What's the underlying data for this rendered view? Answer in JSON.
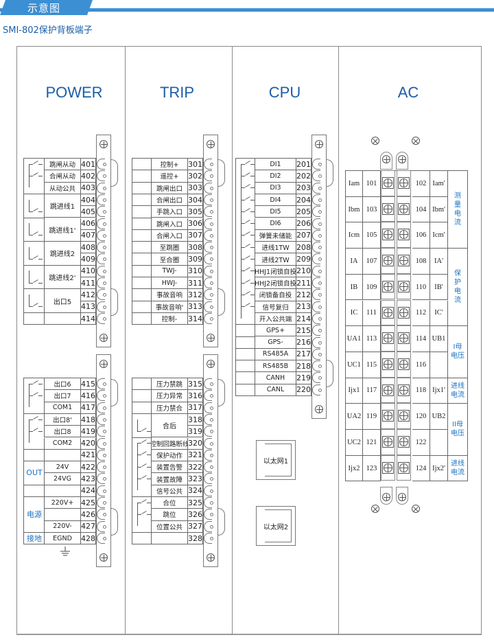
{
  "header": {
    "tab_title": "示意图",
    "subtitle": "SMI-802保护背板端子"
  },
  "colors": {
    "accent": "#3c8fd3",
    "title_blue": "#1a5ea8",
    "label_blue": "#1a72c2"
  },
  "columns": [
    {
      "title": "POWER"
    },
    {
      "title": "TRIP"
    },
    {
      "title": "CPU"
    },
    {
      "title": "AC"
    }
  ],
  "power_upper": {
    "rows": [
      {
        "label": "跳闸从动",
        "num": "401"
      },
      {
        "label": "合闸从动",
        "num": "402"
      },
      {
        "label": "从动公共",
        "num": "403"
      },
      {
        "label": "",
        "num": "404"
      },
      {
        "label": "",
        "num": "405"
      },
      {
        "label": "",
        "num": "406"
      },
      {
        "label": "",
        "num": "407"
      },
      {
        "label": "",
        "num": "408"
      },
      {
        "label": "",
        "num": "409"
      },
      {
        "label": "",
        "num": "410"
      },
      {
        "label": "",
        "num": "411"
      },
      {
        "label": "",
        "num": "412"
      },
      {
        "label": "",
        "num": "413"
      },
      {
        "label": "",
        "num": "414"
      }
    ],
    "groups": [
      {
        "label": "跳进线1",
        "start": 3,
        "span": 2
      },
      {
        "label": "跳进线1'",
        "start": 5,
        "span": 2
      },
      {
        "label": "跳进线2",
        "start": 7,
        "span": 2
      },
      {
        "label": "跳进线2'",
        "start": 9,
        "span": 2
      },
      {
        "label": "出口5",
        "start": 11,
        "span": 2
      }
    ]
  },
  "power_lower": {
    "rows": [
      {
        "label": "出口6",
        "num": "415"
      },
      {
        "label": "出口7",
        "num": "416"
      },
      {
        "label": "COM1",
        "num": "417"
      },
      {
        "label": "出口8'",
        "num": "418"
      },
      {
        "label": "出口8",
        "num": "419"
      },
      {
        "label": "COM2",
        "num": "420"
      },
      {
        "label": "",
        "num": "421"
      },
      {
        "label": "24V",
        "num": "422"
      },
      {
        "label": "24VG",
        "num": "423"
      },
      {
        "label": "",
        "num": "424"
      },
      {
        "label": "220V+",
        "num": "425"
      },
      {
        "label": "",
        "num": "426"
      },
      {
        "label": "220V-",
        "num": "427"
      },
      {
        "label": "EGND",
        "num": "428"
      }
    ],
    "side_labels": [
      {
        "label": "OUT",
        "start": 7,
        "span": 2
      },
      {
        "label": "电源",
        "start": 10,
        "span": 3
      },
      {
        "label": "接地",
        "start": 13,
        "span": 1
      }
    ]
  },
  "trip_upper": {
    "rows": [
      {
        "label": "控制+",
        "num": "301"
      },
      {
        "label": "遥控+",
        "num": "302"
      },
      {
        "label": "跳闸出口",
        "num": "303"
      },
      {
        "label": "合闸出口",
        "num": "304"
      },
      {
        "label": "手跳入口",
        "num": "305"
      },
      {
        "label": "跳闸入口",
        "num": "306"
      },
      {
        "label": "合闸入口",
        "num": "307"
      },
      {
        "label": "至跳圈",
        "num": "308"
      },
      {
        "label": "至合圈",
        "num": "309"
      },
      {
        "label": "TWJ-",
        "num": "310"
      },
      {
        "label": "HWJ-",
        "num": "311"
      },
      {
        "label": "事故音响",
        "num": "312"
      },
      {
        "label": "事故音响'",
        "num": "313"
      },
      {
        "label": "控制-",
        "num": "314"
      }
    ]
  },
  "trip_lower": {
    "rows": [
      {
        "label": "压力禁跳",
        "num": "315"
      },
      {
        "label": "压力异常",
        "num": "316"
      },
      {
        "label": "压力禁合",
        "num": "317"
      },
      {
        "label": "",
        "num": "318"
      },
      {
        "label": "",
        "num": "319"
      },
      {
        "label": "控制回路断线",
        "num": "320"
      },
      {
        "label": "保护动作",
        "num": "321"
      },
      {
        "label": "装置告警",
        "num": "322"
      },
      {
        "label": "装置故障",
        "num": "323"
      },
      {
        "label": "信号公共",
        "num": "324"
      },
      {
        "label": "合位",
        "num": "325"
      },
      {
        "label": "跳位",
        "num": "326"
      },
      {
        "label": "位置公共",
        "num": "327"
      },
      {
        "label": "",
        "num": "328"
      }
    ],
    "groups": [
      {
        "label": "合后",
        "start": 3,
        "span": 2
      }
    ]
  },
  "cpu": {
    "rows": [
      {
        "label": "DI1",
        "num": "201"
      },
      {
        "label": "DI2",
        "num": "202"
      },
      {
        "label": "DI3",
        "num": "203"
      },
      {
        "label": "DI4",
        "num": "204"
      },
      {
        "label": "DI5",
        "num": "205"
      },
      {
        "label": "DI6",
        "num": "206"
      },
      {
        "label": "弹簧未储能",
        "num": "207"
      },
      {
        "label": "进线1TW",
        "num": "208"
      },
      {
        "label": "进线2TW",
        "num": "209"
      },
      {
        "label": "HHJ1闭锁自投",
        "num": "210"
      },
      {
        "label": "HHJ2闭锁自投",
        "num": "211"
      },
      {
        "label": "闭锁备自投",
        "num": "212"
      },
      {
        "label": "信号复归",
        "num": "213"
      },
      {
        "label": "开入公共端",
        "num": "214"
      },
      {
        "label": "GPS+",
        "num": "215"
      },
      {
        "label": "GPS-",
        "num": "216"
      },
      {
        "label": "RS485A",
        "num": "217"
      },
      {
        "label": "RS485B",
        "num": "218"
      },
      {
        "label": "CANH",
        "num": "219"
      },
      {
        "label": "CANL",
        "num": "220"
      }
    ],
    "ethernet": [
      "以太网1",
      "以太网2"
    ]
  },
  "ac": {
    "rows": [
      {
        "left_label": "Iam",
        "left_num": "101",
        "right_num": "102",
        "right_label": "Iam'"
      },
      {
        "left_label": "Ibm",
        "left_num": "103",
        "right_num": "104",
        "right_label": "Ibm'"
      },
      {
        "left_label": "Icm",
        "left_num": "105",
        "right_num": "106",
        "right_label": "Icm'"
      },
      {
        "left_label": "IA",
        "left_num": "107",
        "right_num": "108",
        "right_label": "IA'"
      },
      {
        "left_label": "IB",
        "left_num": "109",
        "right_num": "110",
        "right_label": "IB'"
      },
      {
        "left_label": "IC",
        "left_num": "111",
        "right_num": "112",
        "right_label": "IC'"
      },
      {
        "left_label": "UA1",
        "left_num": "113",
        "right_num": "114",
        "right_label": "UB1"
      },
      {
        "left_label": "UC1",
        "left_num": "115",
        "right_num": "116",
        "right_label": ""
      },
      {
        "left_label": "Ijx1",
        "left_num": "117",
        "right_num": "118",
        "right_label": "Ijx1'"
      },
      {
        "left_label": "UA2",
        "left_num": "119",
        "right_num": "120",
        "right_label": "UB2"
      },
      {
        "left_label": "UC2",
        "left_num": "121",
        "right_num": "122",
        "right_label": ""
      },
      {
        "left_label": "Ijx2",
        "left_num": "123",
        "right_num": "124",
        "right_label": "Ijx2'"
      }
    ],
    "groups": [
      {
        "label": "测\n量\n电\n流",
        "start": 0,
        "span": 3
      },
      {
        "label": "保\n护\n电\n流",
        "start": 3,
        "span": 3
      },
      {
        "label": "I母\n电压",
        "start": 6,
        "span": 2
      },
      {
        "label": "进线\n电流",
        "start": 8,
        "span": 1
      },
      {
        "label": "II母\n电压",
        "start": 9,
        "span": 2
      },
      {
        "label": "进线\n电流",
        "start": 11,
        "span": 1
      }
    ]
  }
}
